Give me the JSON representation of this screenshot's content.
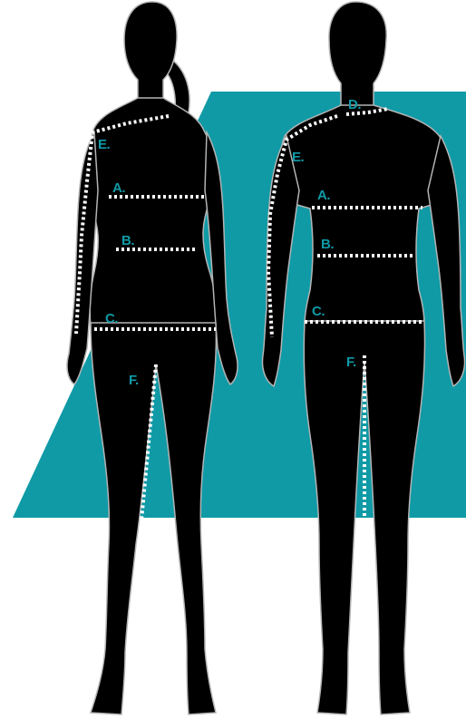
{
  "colors": {
    "background": "#ffffff",
    "accent_panel": "#0f9aa6",
    "silhouette": "#000000",
    "outline": "#b4b4b4",
    "measure_line": "#ffffff",
    "label": "#0f9aa6"
  },
  "figures": {
    "female": {
      "labels": {
        "A": "A.",
        "B": "B.",
        "C": "C.",
        "E": "E.",
        "F": "F."
      }
    },
    "male": {
      "labels": {
        "A": "A.",
        "B": "B.",
        "C": "C.",
        "D": "D.",
        "E": "E.",
        "F": "F."
      }
    }
  }
}
